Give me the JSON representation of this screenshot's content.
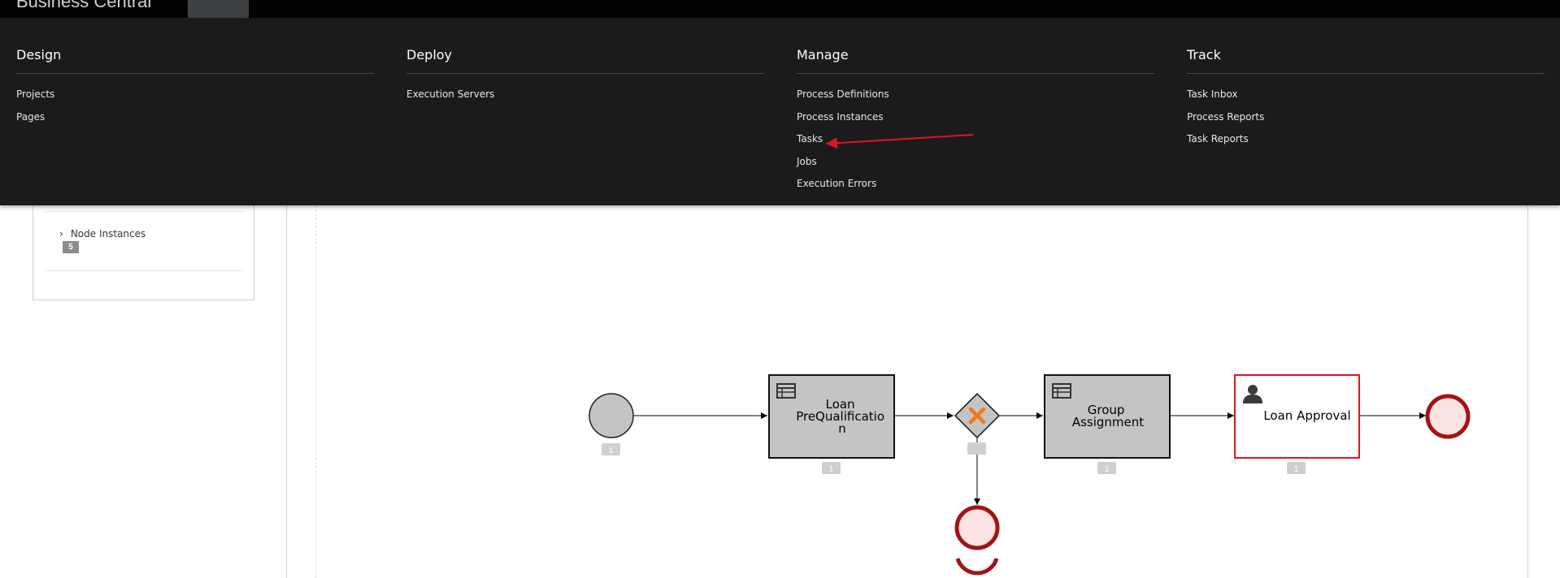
{
  "app": {
    "brand": "Business Central"
  },
  "menu": {
    "columns": [
      {
        "title": "Design",
        "items": [
          "Projects",
          "Pages"
        ]
      },
      {
        "title": "Deploy",
        "items": [
          "Execution Servers"
        ]
      },
      {
        "title": "Manage",
        "items": [
          "Process Definitions",
          "Process Instances",
          "Tasks",
          "Jobs",
          "Execution Errors"
        ]
      },
      {
        "title": "Track",
        "items": [
          "Task Inbox",
          "Process Reports",
          "Task Reports"
        ]
      }
    ]
  },
  "sidebar": {
    "node_instances_label": "Node Instances",
    "node_instances_count": "5"
  },
  "diagram": {
    "tasks": [
      {
        "label": "Loan PreQualificatio n",
        "lines": [
          "Loan",
          "PreQualificatio",
          "n"
        ],
        "count": "1",
        "icon": "table-icon"
      },
      {
        "label": "Group Assignment",
        "lines": [
          "Group",
          "Assignment"
        ],
        "count": "1",
        "icon": "table-icon"
      },
      {
        "label": "Loan Approval",
        "lines": [
          "Loan Approval"
        ],
        "count": "1",
        "icon": "user-icon"
      }
    ],
    "start_count": "1",
    "gateway_count": "",
    "colors": {
      "task_fill": "#c4c4c4",
      "active_border": "#e0161b",
      "end_stroke": "#a11414",
      "end_fill": "#fbe3e3",
      "gateway_x": "#ee7a1a",
      "annotation_arrow": "#e0161b"
    }
  }
}
